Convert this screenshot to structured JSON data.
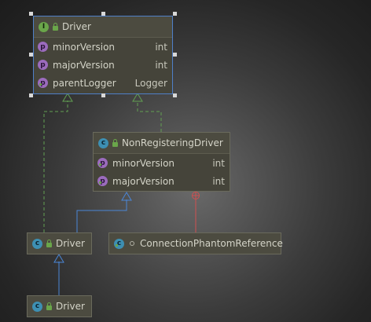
{
  "diagram": {
    "nodes": {
      "driver_interface": {
        "kind": "interface",
        "title": "Driver",
        "fields": [
          {
            "name": "minorVersion",
            "type": "int"
          },
          {
            "name": "majorVersion",
            "type": "int"
          },
          {
            "name": "parentLogger",
            "type": "Logger"
          }
        ]
      },
      "non_registering": {
        "kind": "class",
        "title": "NonRegisteringDriver",
        "fields": [
          {
            "name": "minorVersion",
            "type": "int"
          },
          {
            "name": "majorVersion",
            "type": "int"
          }
        ]
      },
      "driver_mid": {
        "kind": "class",
        "title": "Driver"
      },
      "phantom": {
        "kind": "class",
        "title": "ConnectionPhantomReference"
      },
      "driver_bottom": {
        "kind": "class",
        "title": "Driver"
      }
    },
    "badges": {
      "interface": "I",
      "class": "c",
      "property": "p"
    },
    "edges": [
      {
        "from": "driver_mid",
        "to": "driver_interface",
        "style": "dashed",
        "arrow": "hollow-triangle",
        "relation": "implements"
      },
      {
        "from": "non_registering",
        "to": "driver_interface",
        "style": "dashed",
        "arrow": "hollow-triangle",
        "relation": "implements"
      },
      {
        "from": "driver_mid",
        "to": "non_registering",
        "style": "solid",
        "arrow": "hollow-triangle",
        "relation": "extends"
      },
      {
        "from": "driver_bottom",
        "to": "driver_mid",
        "style": "solid",
        "arrow": "hollow-triangle",
        "relation": "extends"
      },
      {
        "from": "phantom",
        "to": "non_registering",
        "style": "solid",
        "arrow": "circle-plus",
        "relation": "inner-class"
      }
    ],
    "colors": {
      "implements": "#62a052",
      "extends": "#4a86d6",
      "inner": "#d05050",
      "node_fill": "#45443a",
      "selection": "#4f7fc8"
    }
  }
}
